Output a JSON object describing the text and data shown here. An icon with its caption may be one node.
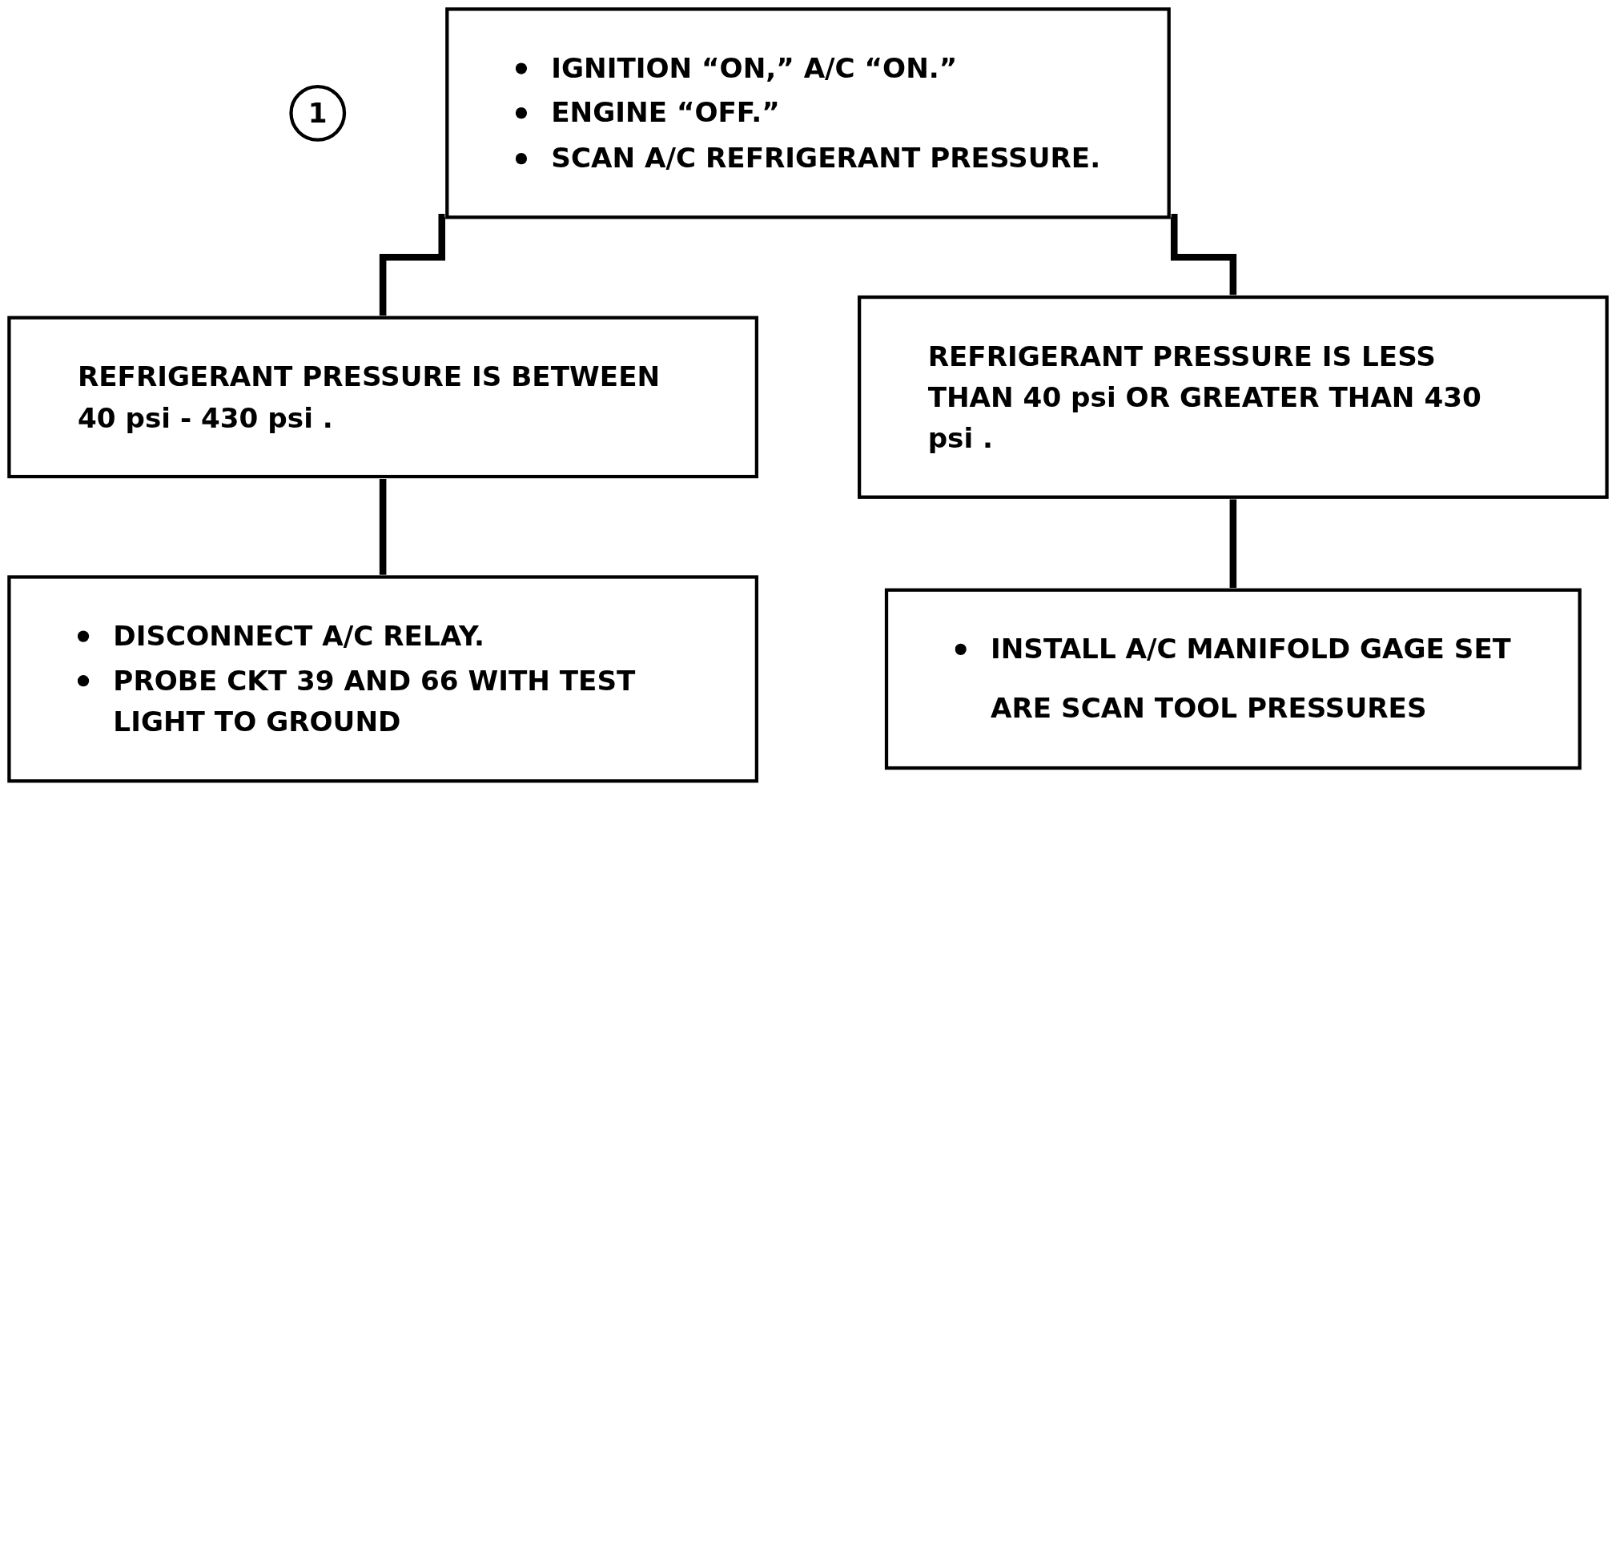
{
  "diagram": {
    "nodes": [
      {
        "text": [
          "1"
        ]
      },
      {
        "text": [
          "IGNITION “ON,” A/C “ON.”",
          "ENGINE “OFF.”",
          "SCAN A/C REFRIGERANT PRESSURE."
        ]
      },
      {
        "text": [
          "REFRIGERANT PRESSURE IS BETWEEN 40 psi - 430 psi ."
        ]
      },
      {
        "text": [
          "REFRIGERANT PRESSURE IS LESS THAN 40 psi OR GREATER THAN 430 psi ."
        ]
      },
      {
        "text": [
          "DISCONNECT A/C RELAY.",
          "PROBE CKT 39 AND 66 WITH TEST LIGHT TO GROUND"
        ]
      },
      {
        "text": [
          "INSTALL A/C MANIFOLD GAGE SET",
          "ARE SCAN TOOL PRESSURES"
        ]
      }
    ],
    "edges": [
      {
        "from": 1,
        "to": 2,
        "arrow": "none"
      },
      {
        "from": 1,
        "to": 3,
        "arrow": "none"
      },
      {
        "from": 2,
        "to": 4,
        "arrow": "none"
      },
      {
        "from": 3,
        "to": 5,
        "arrow": "none"
      }
    ]
  }
}
